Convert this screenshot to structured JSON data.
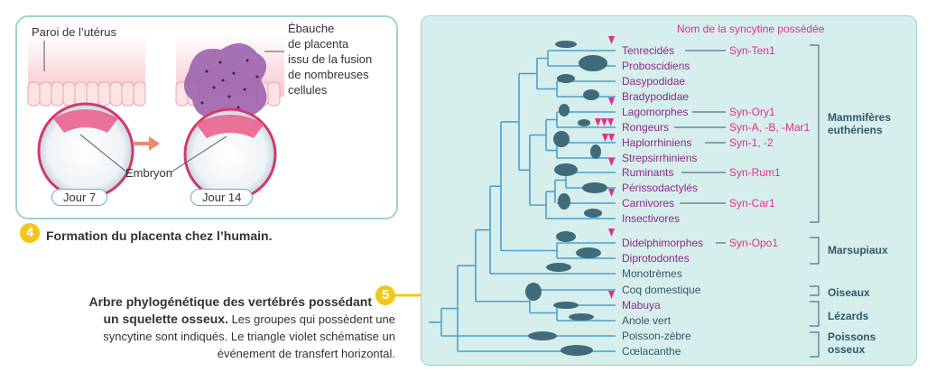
{
  "figure4": {
    "label_paroi": "Paroi de l’utérus",
    "label_ebauche": [
      "Ébauche",
      "de placenta",
      "issu de la fusion",
      "de nombreuses",
      "cellules"
    ],
    "label_embryon": "Embryon",
    "day7": "Jour 7",
    "day14": "Jour 14",
    "number": "4",
    "caption": "Formation du placenta chez l’humain."
  },
  "figure5": {
    "number": "5",
    "caption_bold_line1": "Arbre phylogénétique des vertébrés possédant",
    "caption_bold_line2": "un squelette osseux.",
    "caption_rest_line2": " Les groupes qui possèdent une",
    "caption_line3": "syncytine sont indiqués. Le triangle violet schématise un",
    "caption_line4": "événement de transfert horizontal.",
    "header": "Nom de la syncytine possédée",
    "taxa": [
      {
        "name": "Tenrecidés",
        "purple": true
      },
      {
        "name": "Proboscidiens",
        "purple": true
      },
      {
        "name": "Dasypodidae",
        "purple": true
      },
      {
        "name": "Bradypodidae",
        "purple": true
      },
      {
        "name": "Lagomorphes",
        "purple": true
      },
      {
        "name": "Rongeurs",
        "purple": true
      },
      {
        "name": "Haplorrhiniens",
        "purple": true
      },
      {
        "name": "Strepsirrhiniens",
        "purple": true
      },
      {
        "name": "Ruminants",
        "purple": true
      },
      {
        "name": "Périssodactylés",
        "purple": true
      },
      {
        "name": "Carnivores",
        "purple": true
      },
      {
        "name": "Insectivores",
        "purple": true
      },
      {
        "name": "Didelphimorphes",
        "purple": true
      },
      {
        "name": "Diprotodontes",
        "purple": true
      },
      {
        "name": "Monotrèmes",
        "purple": false
      },
      {
        "name": "Coq domestique",
        "purple": false
      },
      {
        "name": "Mabuya",
        "purple": true
      },
      {
        "name": "Anole vert",
        "purple": false
      },
      {
        "name": "Poisson-zèbre",
        "purple": false
      },
      {
        "name": "Cœlacanthe",
        "purple": false
      }
    ],
    "syncytines": [
      {
        "taxon": 0,
        "name": "Syn-Ten1"
      },
      {
        "taxon": 4,
        "name": "Syn-Ory1"
      },
      {
        "taxon": 5,
        "name": "Syn-A, -B, -Mar1"
      },
      {
        "taxon": 6,
        "name": "Syn-1, -2"
      },
      {
        "taxon": 8,
        "name": "Syn-Rum1"
      },
      {
        "taxon": 10,
        "name": "Syn-Car1"
      },
      {
        "taxon": 12,
        "name": "Syn-Opo1"
      }
    ],
    "groups": {
      "mammiferes": [
        "Mammifères",
        "euthériens"
      ],
      "marsupiaux": "Marsupiaux",
      "oiseaux": "Oiseaux",
      "lezards": "Lézards",
      "poissons": [
        "Poissons",
        "osseux"
      ]
    },
    "colors": {
      "tree": "#4aa0d0",
      "triangle": "#e2308a",
      "syn": "#e2308a",
      "purple": "#8a2a8c",
      "group": "#2e5a6a",
      "panel": "#d6eeec"
    }
  }
}
